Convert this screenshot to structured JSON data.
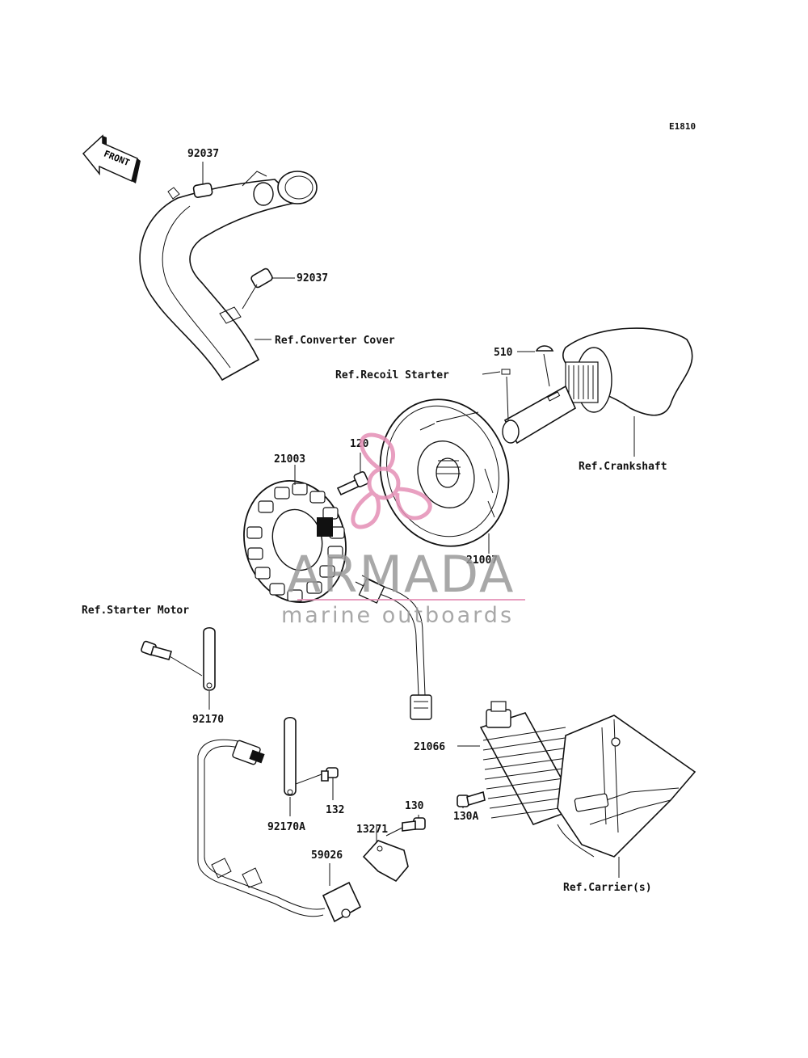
{
  "diagram": {
    "code": "E1810",
    "front_label": "FRONT",
    "labels": {
      "p92037_top": "92037",
      "p92037_mid": "92037",
      "ref_converter_cover": "Ref.Converter Cover",
      "p510": "510",
      "ref_recoil_starter": "Ref.Recoil Starter",
      "p120": "120",
      "p21003": "21003",
      "ref_crankshaft": "Ref.Crankshaft",
      "p21007": "21007",
      "ref_starter_motor": "Ref.Starter Motor",
      "p92170": "92170",
      "p21066": "21066",
      "p132": "132",
      "p130": "130",
      "p92170A": "92170A",
      "p13271": "13271",
      "p130A": "130A",
      "p59026": "59026",
      "ref_carriers": "Ref.Carrier(s)"
    }
  },
  "watermark": {
    "brand": "ARMADA",
    "tagline": "marine outboards",
    "colors": {
      "logo": "#e58fb6",
      "text": "#9a9a9a"
    }
  }
}
